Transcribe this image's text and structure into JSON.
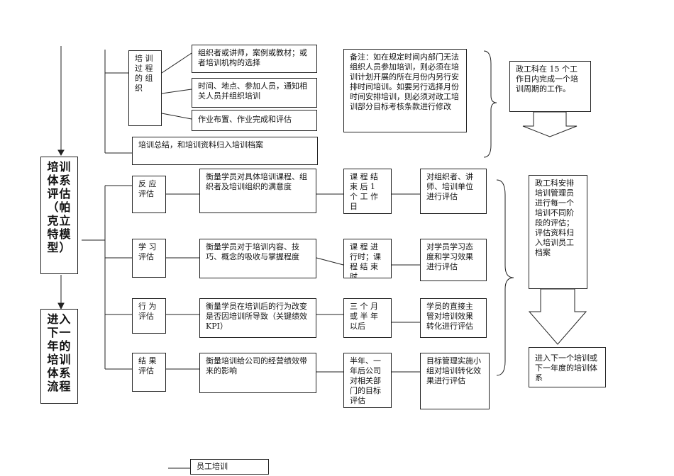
{
  "left": {
    "evaluation_title": "培训\n体系\n评估\n（帕\n克立\n特模\n型）",
    "next_title": "进入\n下一\n年的\n培训\n体系\n流程"
  },
  "process": {
    "org_label": "培 训\n过 程\n的 组\n织",
    "item1": "组织者或讲师，案例或教材；或者培训机构的选择",
    "item2": "时间、地点、参加人员，通知相关人员并组织培训",
    "item3": "作业布置、作业完成和评估",
    "summary": "培训总结，和培训资料归入培训档案",
    "note": "备注：如在规定时间内部门无法组织人员参加培训，则必须在培训计划开展的所在月份内另行安排时间培训。如要另行选择月份时间安排培训，则必须对政工培训部分目标考核条款进行修改",
    "deadline": "政工科在 15 个工作日内完成一个培训周期的工作。"
  },
  "levels": [
    {
      "label": "反 应\n评估",
      "desc": "衡量学员对具体培训课程、组织者及培训组织的满意度",
      "timing": "课 程 结\n束 后 1\n个 工 作\n日",
      "evaluator": "对组织者、讲师、培训单位进行评估"
    },
    {
      "label": "学  习\n评估",
      "desc": "衡量学员对于培训内容、技巧、概念的吸收与掌握程度",
      "timing": "课 程 进\n行时；课\n程 结 束\n时",
      "evaluator": "对学员学习态度和学习效果进行评估"
    },
    {
      "label": "行  为\n评估",
      "desc": "衡量学员在培训后的行为改变是否因培训所导致（关键绩效 KPI）",
      "timing": "三 个 月\n或 半 年\n以后",
      "evaluator": "学员的直接主管对培训效果转化进行评估"
    },
    {
      "label": "结  果\n评估",
      "desc": "衡量培训给公司的经营绩效带来的影响",
      "timing": "半年、一\n年后公司\n对相关部\n门的目标\n评估",
      "evaluator": "目标管理实施小组对培训转化效果进行评估"
    }
  ],
  "right": {
    "archive": "政工科安排培训管理员进行每一个培训不同阶段的评估；评估资料归入培训员工档案",
    "next": "进入下一个培训或下一年度的培训体系"
  },
  "footer": {
    "employee_training": "员工培训"
  }
}
